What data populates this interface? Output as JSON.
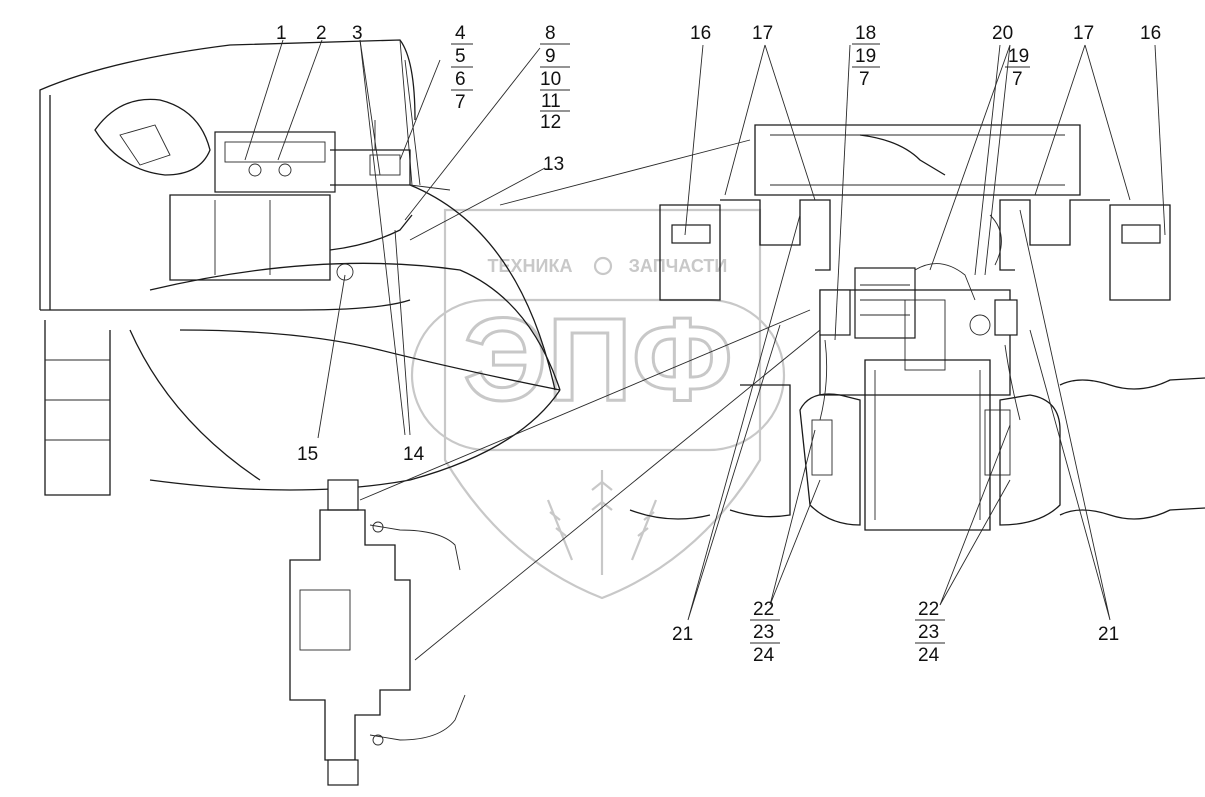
{
  "drawing": {
    "labels_top_left": [
      "1",
      "2",
      "3"
    ],
    "label_group_4": [
      "4",
      "5",
      "6",
      "7"
    ],
    "label_group_8": [
      "8",
      "9",
      "10",
      "11",
      "12"
    ],
    "label_13": "13",
    "label_14": "14",
    "label_15": "15",
    "labels_16": [
      "16",
      "16"
    ],
    "labels_17": [
      "17",
      "17"
    ],
    "label_group_18": [
      "18",
      "19",
      "7"
    ],
    "label_group_20": [
      "20",
      "19",
      "7"
    ],
    "labels_21": [
      "21",
      "21"
    ],
    "label_group_22_left": [
      "22",
      "23",
      "24"
    ],
    "label_group_22_right": [
      "22",
      "23",
      "24"
    ]
  },
  "watermark": {
    "logo_text": "ЭПФ",
    "left_caption": "ТЕХНИКА",
    "right_caption": "ЗАПЧАСТИ"
  }
}
